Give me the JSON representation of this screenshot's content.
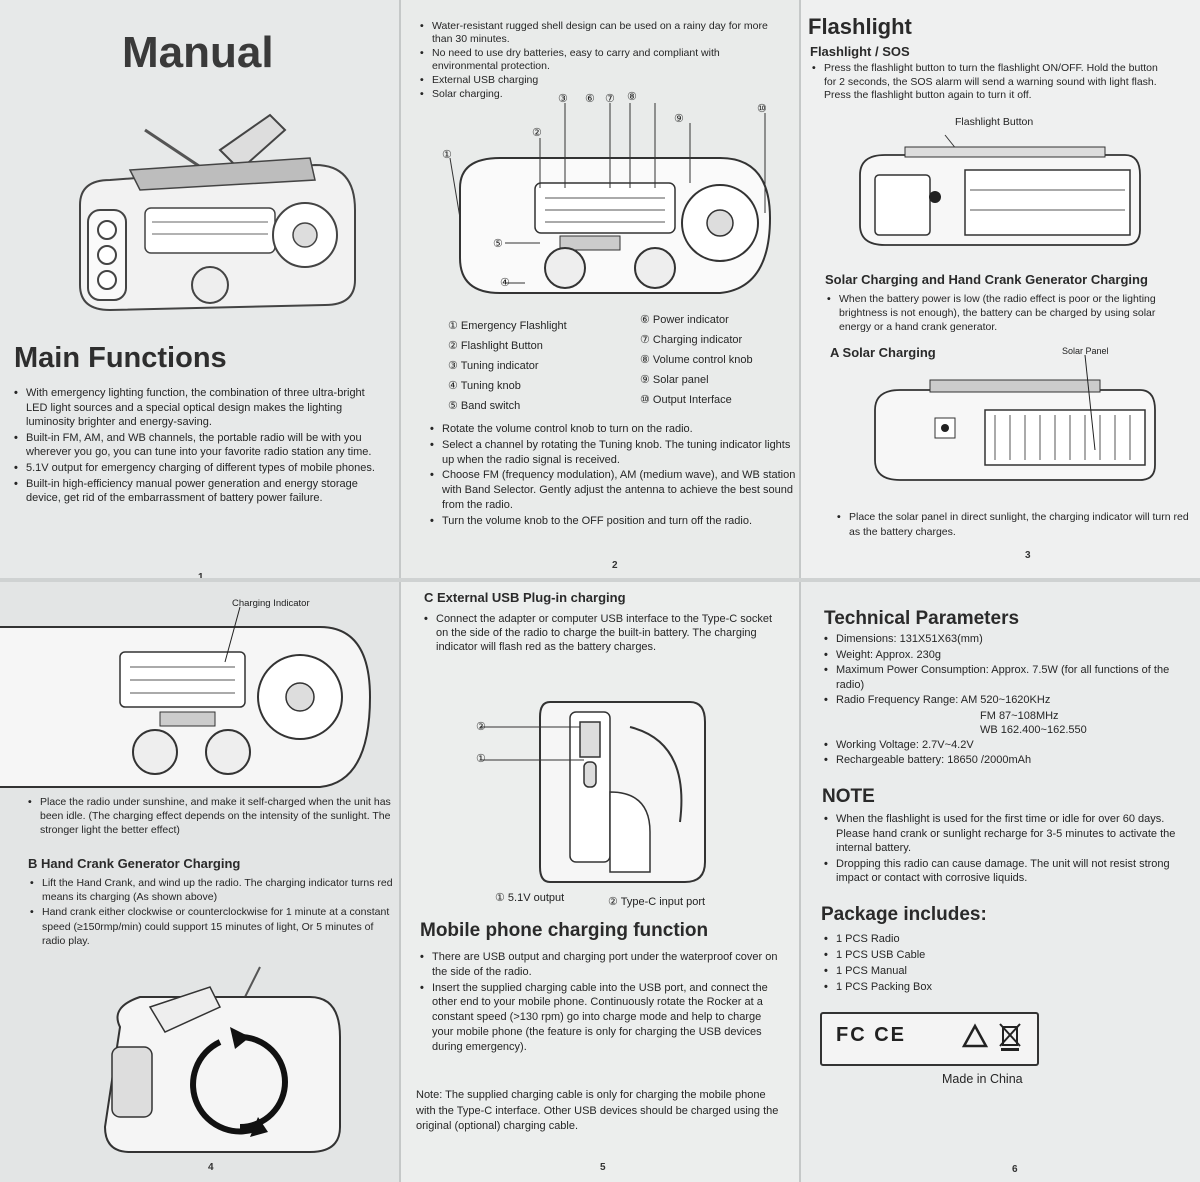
{
  "page1": {
    "title": "Manual",
    "heading": "Main Functions",
    "bullets": [
      "With emergency lighting function, the combination of three ultra-bright LED light sources and a special optical design makes the lighting luminosity brighter and energy-saving.",
      "Built-in FM, AM, and WB channels, the portable radio will be with you wherever you go, you can tune into your favorite radio station any time.",
      "5.1V output for emergency charging of different types of mobile phones.",
      "Built-in high-efficiency manual power generation and energy storage device, get rid of the embarrassment of battery power failure."
    ],
    "page_number": "1"
  },
  "page2": {
    "bullets_top": [
      "Water-resistant rugged shell design can be used on a rainy day for more than 30 minutes.",
      "No need to use dry batteries, easy to carry and compliant with environmental protection.",
      "External USB charging",
      "Solar charging."
    ],
    "callouts": [
      "①",
      "②",
      "③",
      "④",
      "⑤",
      "⑥",
      "⑦",
      "⑧",
      "⑨",
      "⑩"
    ],
    "legend_left": [
      "① Emergency Flashlight",
      "② Flashlight Button",
      "③ Tuning indicator",
      "④ Tuning knob",
      "⑤ Band switch"
    ],
    "legend_right": [
      "⑥ Power indicator",
      "⑦ Charging indicator",
      "⑧ Volume control knob",
      "⑨ Solar panel",
      "⑩ Output Interface"
    ],
    "bullets_bottom": [
      "Rotate the volume control knob to turn on the radio.",
      "Select a channel by rotating the Tuning knob. The tuning indicator lights up when the radio signal is received.",
      "Choose FM (frequency modulation), AM (medium wave), and WB station with Band Selector. Gently adjust the antenna to achieve the best sound from the radio.",
      "Turn the volume knob to the OFF position and turn off the radio."
    ],
    "page_number": "2"
  },
  "page3": {
    "heading": "Flashlight",
    "sub1": "Flashlight / SOS",
    "flash_bullet": "Press the flashlight button to turn the flashlight ON/OFF. Hold the button for 2 seconds, the SOS alarm will send a warning sound with light flash. Press the flashlight button again to turn it off.",
    "flash_label": "Flashlight Button",
    "sub2": "Solar Charging and Hand Crank Generator Charging",
    "solar_bullet": "When the battery power is low (the radio effect is poor or the lighting brightness is not enough), the battery can be charged by using solar energy or a hand crank generator.",
    "sub3": "A Solar Charging",
    "solar_label": "Solar Panel",
    "solar_bullet2": "Place the solar panel in direct sunlight, the charging indicator will turn red as the battery charges.",
    "page_number": "3"
  },
  "page4": {
    "charging_label": "Charging Indicator",
    "bullet1": "Place the radio under sunshine, and make it self-charged when the unit has been idle. (The charging effect depends on the intensity of the sunlight. The stronger light the better effect)",
    "heading": "B Hand Crank Generator Charging",
    "bullets": [
      "Lift the Hand Crank, and wind up the radio. The charging indicator turns red means its charging (As shown above)",
      "Hand crank either clockwise or counterclockwise for 1 minute at a constant speed (≥150rmp/min) could support 15 minutes of light, Or 5 minutes of radio play."
    ],
    "page_number": "4"
  },
  "page5": {
    "heading": "C External USB Plug-in charging",
    "bullet": "Connect the adapter or computer USB interface to the Type-C socket on the side of the radio to charge the built-in battery. The charging indicator will flash red as the battery charges.",
    "port_labels": [
      "① 5.1V output",
      "② Type-C input port"
    ],
    "heading2": "Mobile phone charging function",
    "bullets": [
      "There are USB output and charging port under the waterproof cover on the side of the radio.",
      "Insert the supplied charging cable into the USB port, and connect the other end to your mobile phone. Continuously rotate the Rocker at a constant speed (>130 rpm) go into charge mode and help to charge your mobile phone (the feature is only for charging the USB devices during emergency)."
    ],
    "note": "Note: The supplied charging cable is only for charging the mobile phone with the Type-C interface. Other USB devices should be charged using the original (optional) charging cable.",
    "page_number": "5"
  },
  "page6": {
    "heading": "Technical Parameters",
    "params": [
      "Dimensions: 131X51X63(mm)",
      "Weight: Approx. 230g",
      "Maximum Power Consumption: Approx. 7.5W (for all functions of the radio)",
      "Radio Frequency Range: AM 520~1620KHz"
    ],
    "freq_extra": [
      "FM 87~108MHz",
      "WB 162.400~162.550"
    ],
    "params2": [
      "Working Voltage: 2.7V~4.2V",
      "Rechargeable battery:  18650 /2000mAh"
    ],
    "note_heading": "NOTE",
    "notes": [
      "When the flashlight is used for the first time or idle for over 60 days. Please hand crank or sunlight recharge for 3-5 minutes to activate the internal battery.",
      "Dropping this radio can cause damage. The unit will not resist strong impact or contact with corrosive liquids."
    ],
    "package_heading": "Package includes:",
    "package": [
      "1 PCS Radio",
      "1 PCS USB Cable",
      "1 PCS Manual",
      "1 PCS Packing Box"
    ],
    "cert_text": "FC  CE",
    "made_in": "Made in China",
    "page_number": "6"
  }
}
